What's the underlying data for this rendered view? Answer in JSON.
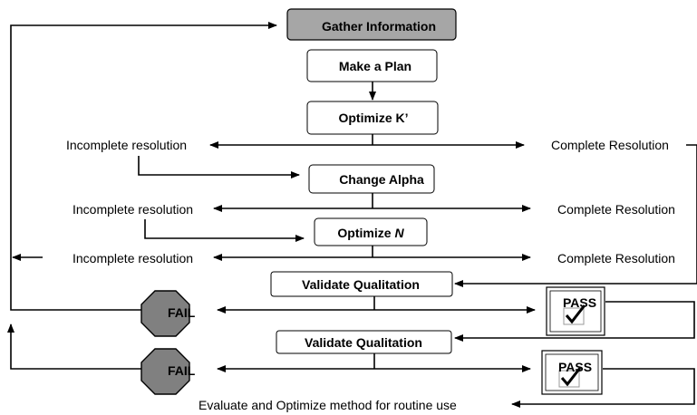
{
  "steps": {
    "gather": "Gather Information",
    "plan": "Make a Plan",
    "optimize_k": "Optimize K’",
    "change_alpha": "Change Alpha",
    "optimize_n_prefix": "Optimize ",
    "optimize_n_var": "N",
    "validate_1": "Validate Qualitation",
    "validate_2": "Validate Qualitation"
  },
  "outcomes": {
    "row1_left": "Incomplete resolution",
    "row1_right": "Complete Resolution",
    "row2_left": "Incomplete resolution",
    "row2_right": "Complete Resolution",
    "row3_left": "Incomplete resolution",
    "row3_right": "Complete Resolution",
    "fail_1": "FAIL",
    "pass_1": "PASS",
    "fail_2": "FAIL",
    "pass_2": "PASS"
  },
  "final": "Evaluate and Optimize method for routine use",
  "colors": {
    "gather_fill": "#a6a6a6",
    "fail_fill": "#808080",
    "box_fill": "#ffffff",
    "line": "#000000"
  },
  "icons": {
    "fail": "octagon-stop-icon",
    "pass": "checkbox-check-icon"
  }
}
